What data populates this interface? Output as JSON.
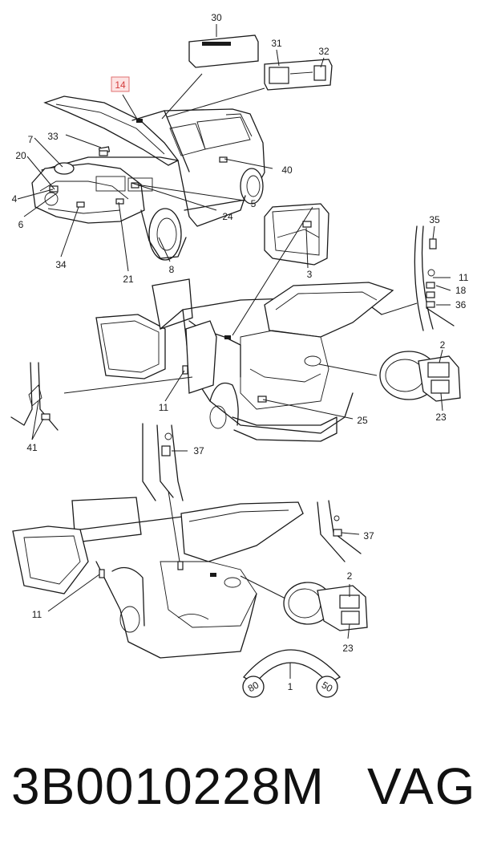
{
  "callouts": {
    "c30": "30",
    "c31": "31",
    "c32": "32",
    "c14": "14",
    "c7": "7",
    "c33": "33",
    "c20": "20",
    "c40": "40",
    "c4": "4",
    "c6": "6",
    "c5": "5",
    "c24": "24",
    "c34": "34",
    "c8": "8",
    "c21": "21",
    "c3": "3",
    "c35": "35",
    "c11a": "11",
    "c18": "18",
    "c36": "36",
    "c2a": "2",
    "c11b": "11",
    "c25": "25",
    "c23a": "23",
    "c41": "41",
    "c37a": "37",
    "c37b": "37",
    "c11c": "11",
    "c2b": "2",
    "c23b": "23",
    "c1": "1"
  },
  "tags": {
    "left": "80",
    "right": "50"
  },
  "highlight": {
    "callout": "14",
    "color": "#d43c3c",
    "box_fill": "#fde3e3"
  },
  "footer": {
    "part_number": "3B0010228M",
    "brand": "VAG"
  }
}
